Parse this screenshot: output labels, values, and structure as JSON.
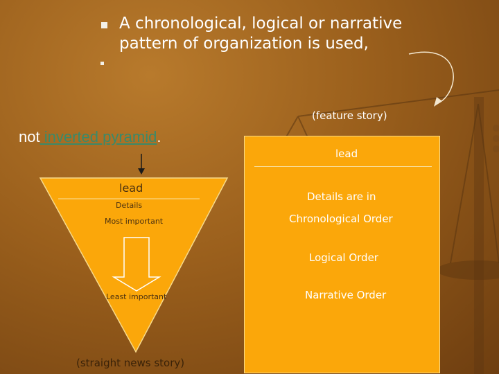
{
  "bullets": {
    "main_text_line1": "A chronological, logical or narrative",
    "main_text_line2": "pattern of organization is used,"
  },
  "feature": {
    "label": "(feature story)"
  },
  "comparison": {
    "prefix": "not",
    "link_text": " inverted pyramid",
    "suffix": "."
  },
  "pyramid": {
    "lead": "lead",
    "details": "Details",
    "most_important": "Most important",
    "least_important": "Least important",
    "caption": "(straight news story)"
  },
  "feature_box": {
    "lead": "lead",
    "details_intro": "Details are in",
    "orders": [
      "Chronological Order",
      "Logical Order",
      "Narrative Order"
    ]
  },
  "colors": {
    "background": "#9a5f1c",
    "pyramid_fill": "#fba70a",
    "link": "#3a8a6a",
    "text": "#ffffff"
  }
}
